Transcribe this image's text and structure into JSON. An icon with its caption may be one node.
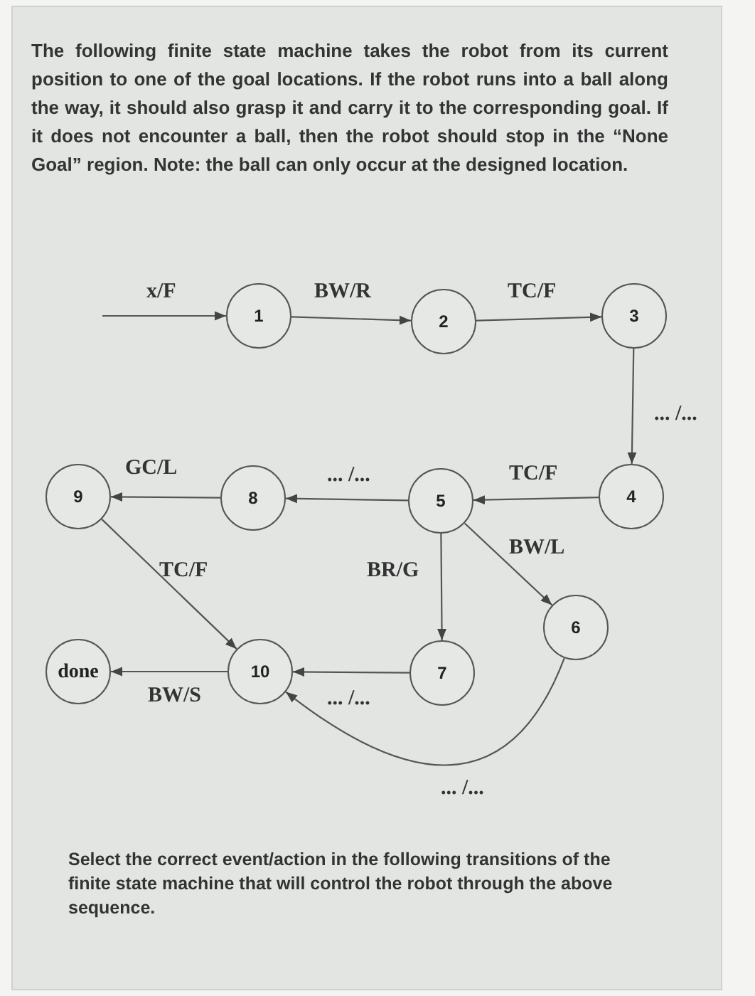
{
  "diagram": {
    "title": "The following finite state machine takes the robot from its current position to one of the goal locations. If the robot runs into a ball along the way, it should also grasp it and carry it to the corresponding goal. If it does not encounter a ball, then the robot should stop in the “None Goal” region. Note: the ball can only occur at the designed location.",
    "caption": "Select the correct event/action in the following transitions of the finite state machine that will control the robot through the above sequence.",
    "nodes": [
      {
        "text": [
          "1"
        ]
      },
      {
        "text": [
          "2"
        ]
      },
      {
        "text": [
          "3"
        ]
      },
      {
        "text": [
          "9"
        ]
      },
      {
        "text": [
          "8"
        ]
      },
      {
        "text": [
          "5"
        ]
      },
      {
        "text": [
          "4"
        ]
      },
      {
        "text": [
          "6"
        ]
      },
      {
        "text": [
          "done"
        ]
      },
      {
        "text": [
          "10"
        ]
      },
      {
        "text": [
          "7"
        ]
      }
    ],
    "edges": [
      {
        "from": null,
        "to": 0,
        "arrow": "to",
        "label": "x/F"
      },
      {
        "from": 0,
        "to": 1,
        "arrow": "to",
        "label": "BW/R"
      },
      {
        "from": 1,
        "to": 2,
        "arrow": "to",
        "label": "TC/F"
      },
      {
        "from": 2,
        "to": 6,
        "arrow": "to",
        "label": "... /..."
      },
      {
        "from": 6,
        "to": 5,
        "arrow": "to",
        "label": "TC/F"
      },
      {
        "from": 5,
        "to": 4,
        "arrow": "to",
        "label": "... /..."
      },
      {
        "from": 4,
        "to": 3,
        "arrow": "to",
        "label": "GC/L"
      },
      {
        "from": 3,
        "to": 9,
        "arrow": "to",
        "label": "TC/F"
      },
      {
        "from": 5,
        "to": 10,
        "arrow": "to",
        "label": "BR/G"
      },
      {
        "from": 5,
        "to": 7,
        "arrow": "to",
        "label": "BW/L"
      },
      {
        "from": 10,
        "to": 9,
        "arrow": "to",
        "label": "... /..."
      },
      {
        "from": 7,
        "to": 9,
        "arrow": "to",
        "label": "... /..."
      },
      {
        "from": 9,
        "to": 8,
        "arrow": "to",
        "label": "BW/S"
      }
    ]
  }
}
